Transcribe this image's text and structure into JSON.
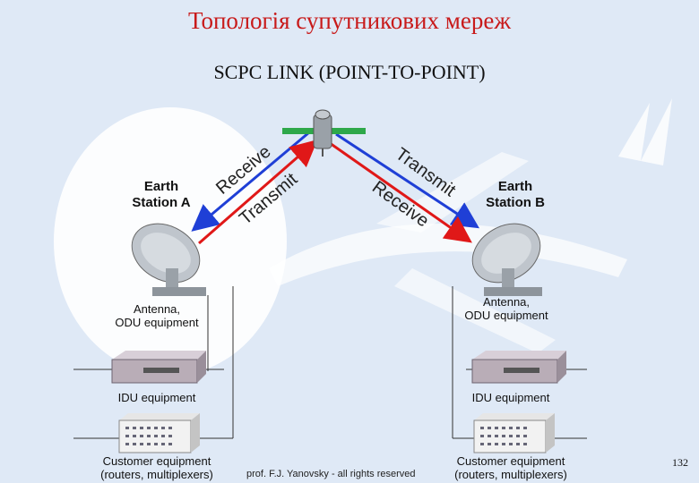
{
  "title": "Топологія супутникових мереж",
  "subtitle": "SCPC LINK (POINT-TO-POINT)",
  "links": {
    "a_receive": "Receive",
    "a_transmit": "Transmit",
    "b_transmit": "Transmit",
    "b_receive": "Receive"
  },
  "station_a": {
    "name_line1": "Earth",
    "name_line2": "Station A",
    "antenna_line1": "Antenna,",
    "antenna_line2": "ODU equipment",
    "idu": "IDU equipment",
    "customer_line1": "Customer equipment",
    "customer_line2": "(routers, multiplexers)"
  },
  "station_b": {
    "name_line1": "Earth",
    "name_line2": "Station B",
    "antenna_line1": "Antenna,",
    "antenna_line2": "ODU equipment",
    "idu": "IDU equipment",
    "customer_line1": "Customer equipment",
    "customer_line2": "(routers, multiplexers)"
  },
  "footer": "prof. F.J. Yanovsky - all rights reserved",
  "page_number": "132",
  "colors": {
    "title": "#c81a1a",
    "receive_link": "#1f3fd6",
    "transmit_link": "#e01818",
    "background": "#dfe9f6"
  }
}
